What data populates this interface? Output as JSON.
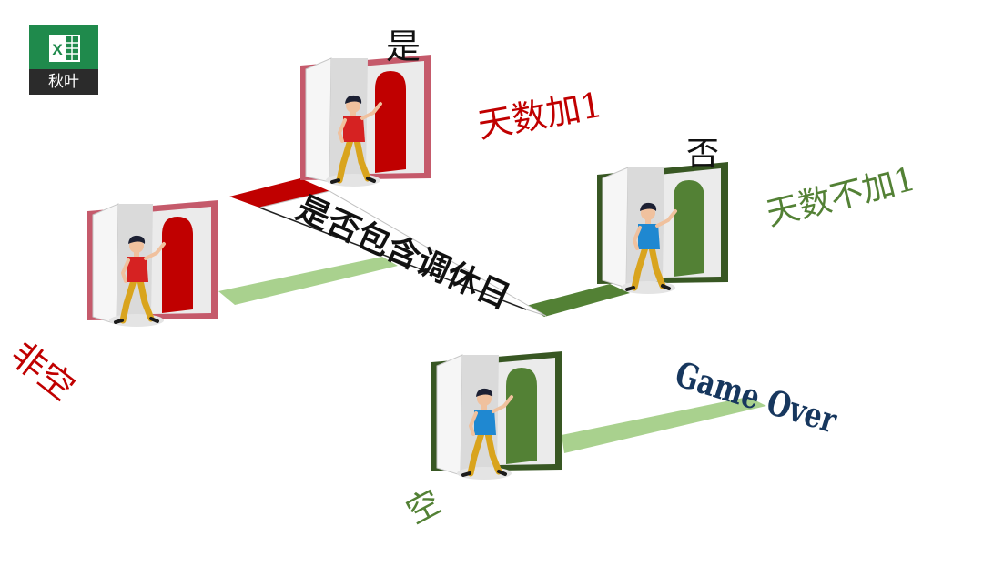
{
  "logo": {
    "icon": "excel-icon",
    "text": "秋叶"
  },
  "colors": {
    "yes_red": "#c00000",
    "no_green": "#538135",
    "path_light_green": "#a9d18e",
    "title_navy": "#17375e",
    "shirt_red": "#d62222",
    "shirt_blue": "#1f88d1",
    "pants_yellow": "#d9a41e"
  },
  "labels": {
    "not_empty": "非空",
    "empty": "空",
    "yes": "是",
    "no": "否",
    "question": "是否包含调休日",
    "plus_one": "天数加1",
    "no_plus_one": "天数不加1",
    "game_over": "Game Over"
  }
}
